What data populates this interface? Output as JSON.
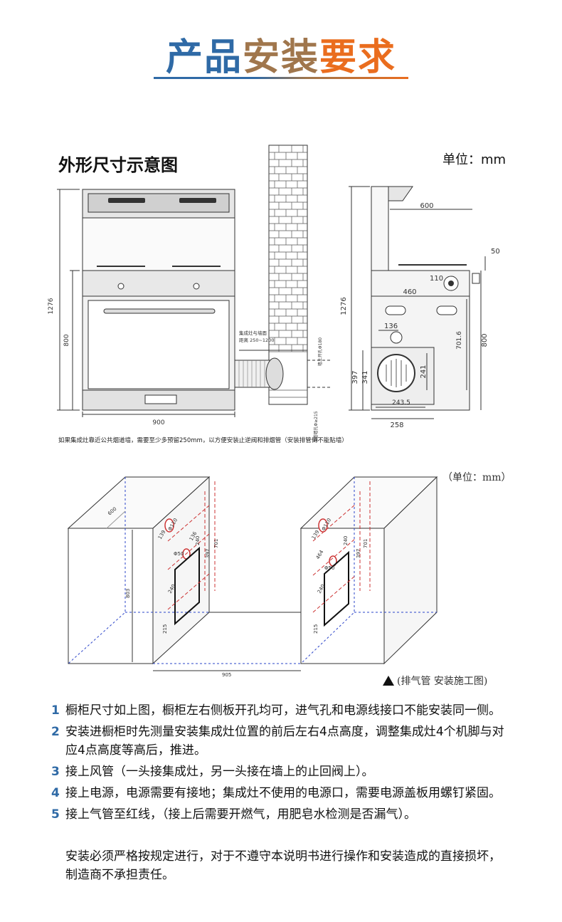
{
  "header": {
    "title_a": "产品",
    "title_b": "安装",
    "title_c": "要求"
  },
  "section1": {
    "title": "外形尺寸示意图",
    "unit": "单位：mm",
    "note": "如果集成灶靠近公共烟道墙，需要至少多预留250mm，以方便安装止逆阀和排烟管（安装排管倒不能贴墙）"
  },
  "front_view": {
    "dim_height": "1276",
    "dim_lower": "800",
    "dim_width": "900"
  },
  "wall_view": {
    "gap_label_1": "集成灶与墙面",
    "gap_label_2": "距离 250~1200",
    "side_label_1": "墙上开孔Φ180",
    "side_label_2": "烟道墙孔Φ≥215"
  },
  "side_view": {
    "dim_600": "600",
    "dim_50": "50",
    "dim_110": "110",
    "dim_460": "460",
    "dim_1276": "1276",
    "dim_136": "136",
    "dim_701_6": "701.6",
    "dim_800": "800",
    "dim_397": "397",
    "dim_341": "341",
    "dim_241": "241",
    "dim_243_5": "243.5",
    "dim_258": "258"
  },
  "iso_view": {
    "unit": "（单位：mm）",
    "caption": "(排气管 安装施工图)",
    "dim_600": "600",
    "dim_803": "803",
    "dim_905": "905",
    "dim_139": "139",
    "dim_phi110": "Φ110",
    "dim_136": "136",
    "dim_240": "240",
    "dim_397": "397",
    "dim_701": "701",
    "dim_phi50": "Φ50",
    "dim_215": "215",
    "dim_464": "464"
  },
  "steps": [
    {
      "num": "1",
      "text": "橱柜尺寸如上图，橱柜左右侧板开孔均可，进气孔和电源线接口不能安装同一侧。"
    },
    {
      "num": "2",
      "text": "安装进橱柜时先测量安装集成灶位置的前后左右4点高度，调整集成灶4个机脚与对应4点高度等高后，推进。"
    },
    {
      "num": "3",
      "text": "接上风管（一头接集成灶，另一头接在墙上的止回阀上）。"
    },
    {
      "num": "4",
      "text": "接上电源，电源需要有接地；集成灶不使用的电源口，需要电源盖板用螺钉紧固。"
    },
    {
      "num": "5",
      "text": "接上气管至红线，（接上后需要开燃气，用肥皂水检测是否漏气）。"
    }
  ],
  "final_note": "安装必须严格按规定进行，对于不遵守本说明书进行操作和安装造成的直接损坏，制造商不承担责任。"
}
